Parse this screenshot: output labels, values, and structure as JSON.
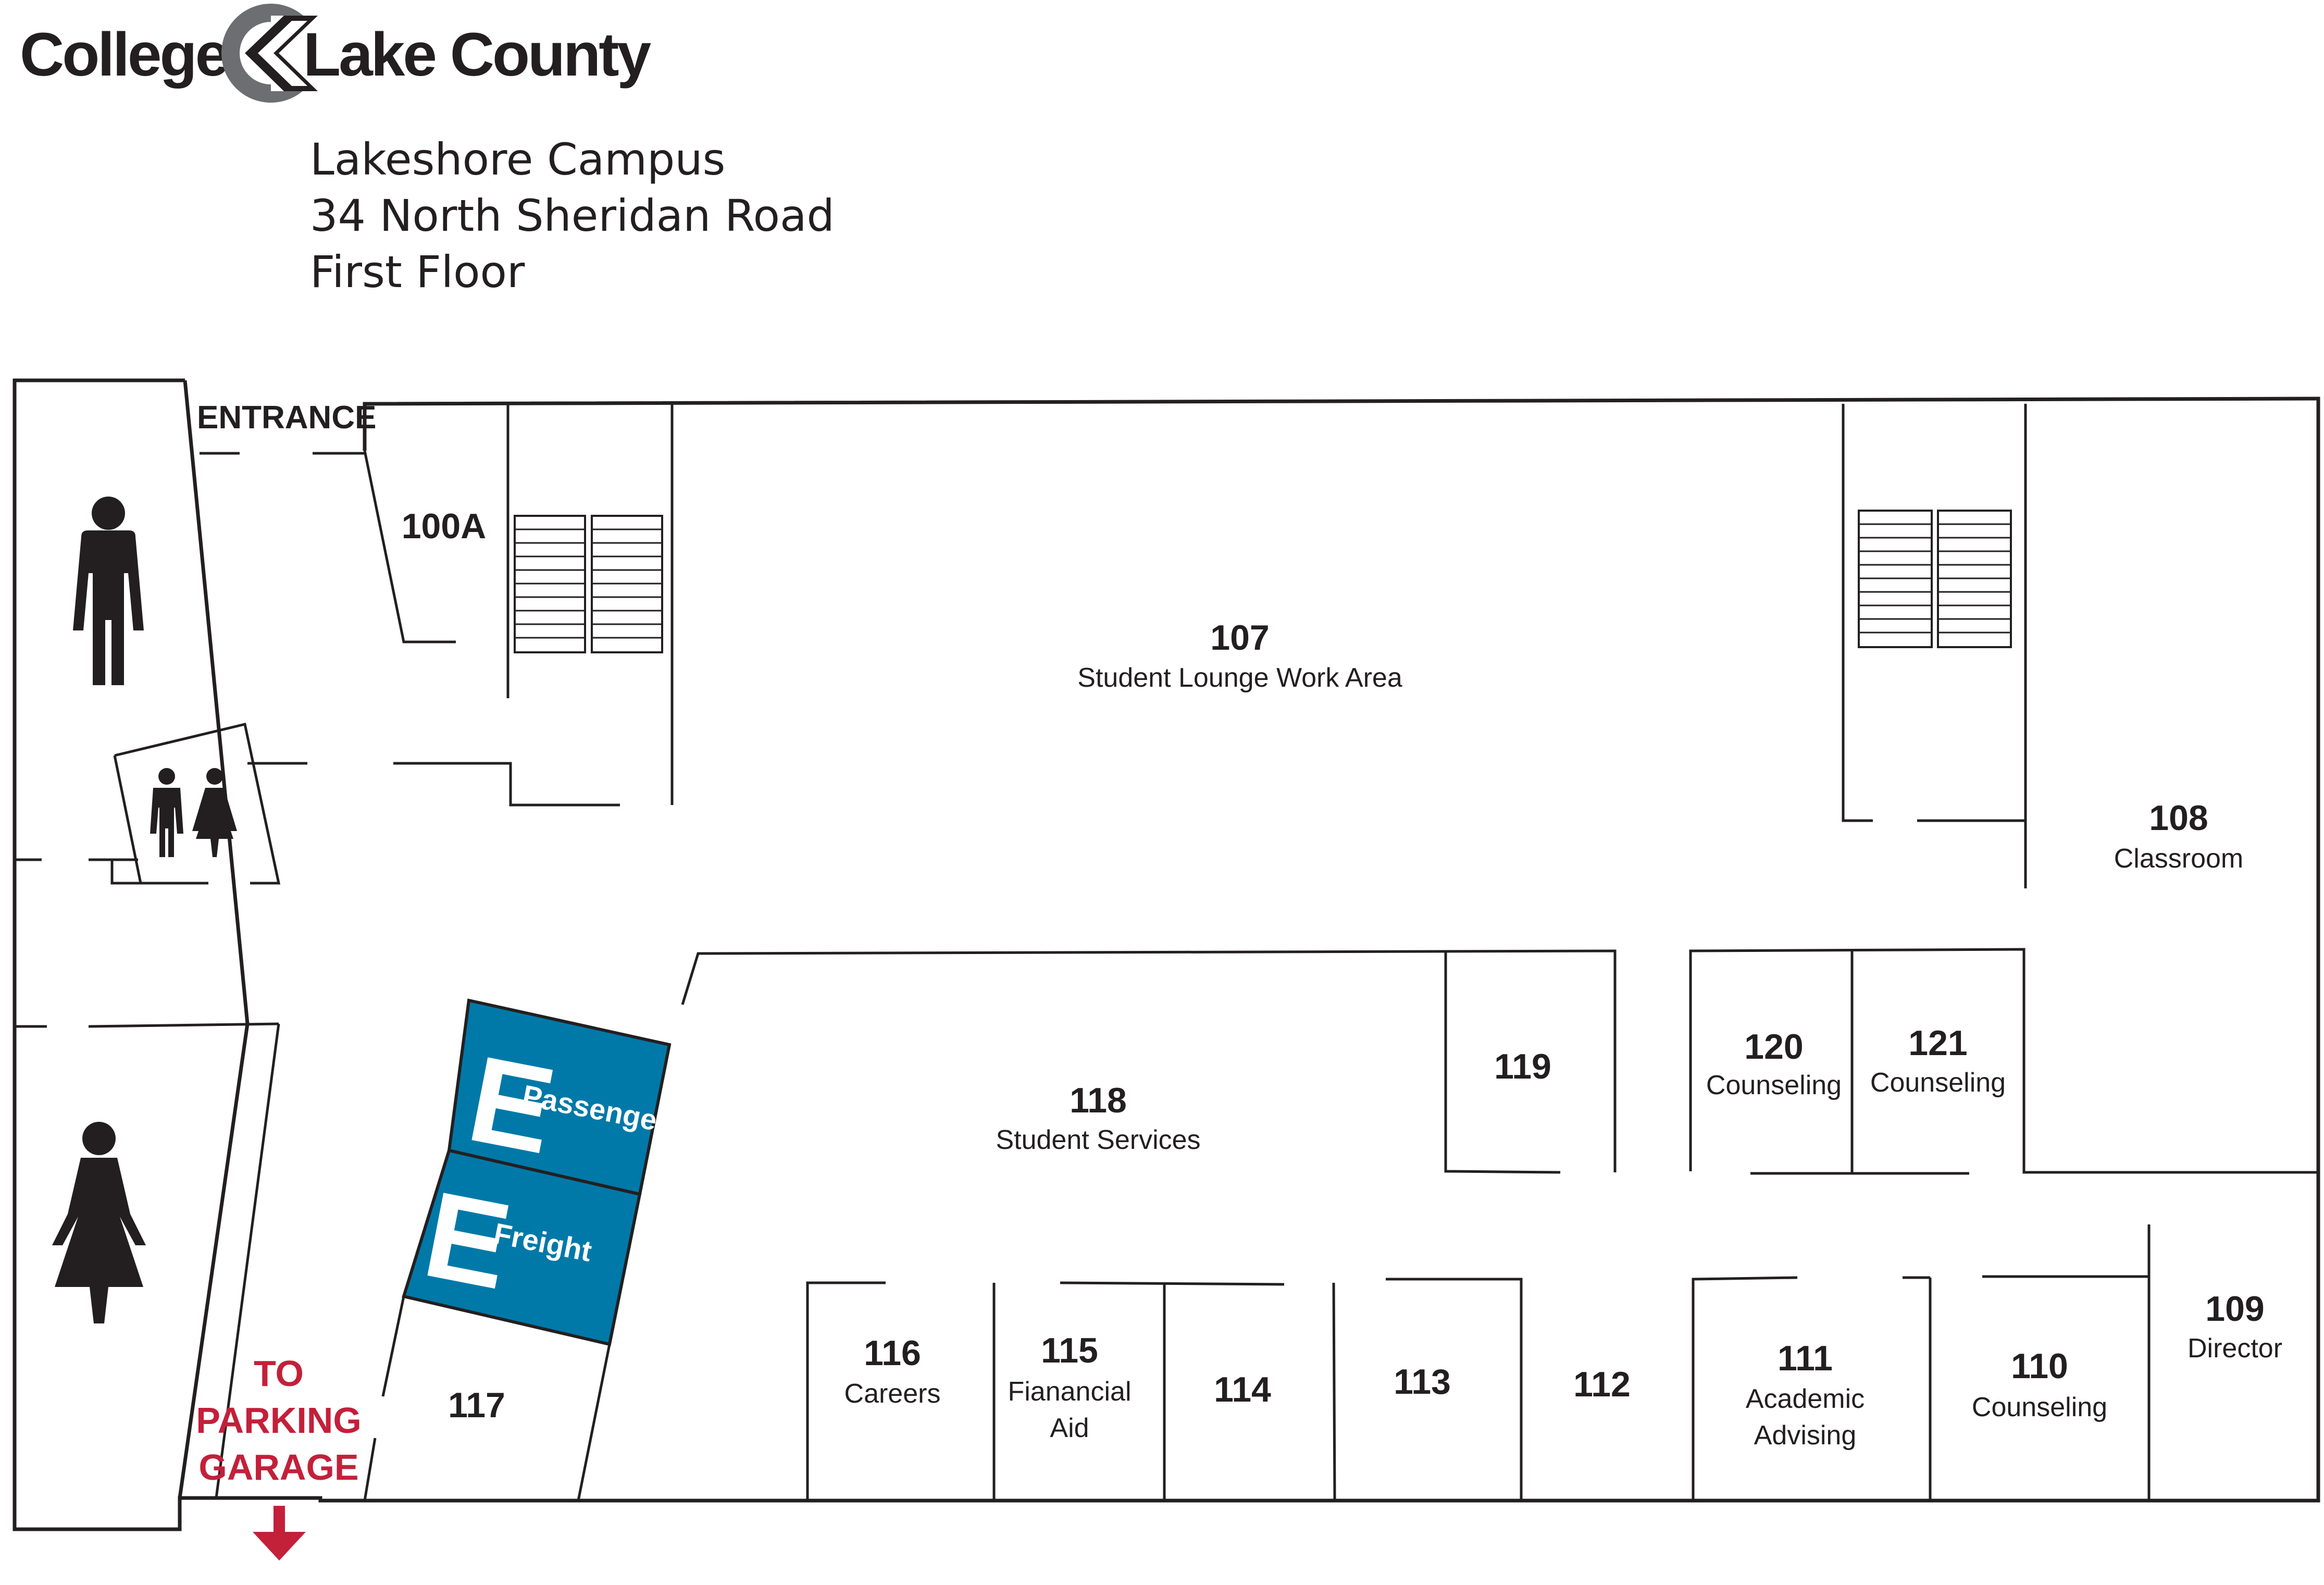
{
  "logo": {
    "left": "College",
    "right": "Lake County"
  },
  "header": {
    "campus": "Lakeshore Campus",
    "address": "34 North Sheridan Road",
    "floor": "First Floor"
  },
  "entrance": "ENTRANCE",
  "elevators": {
    "letter": "E",
    "passenger": "Passenger",
    "freight": "Freight"
  },
  "parking": {
    "line1": "TO",
    "line2": "PARKING",
    "line3": "GARAGE"
  },
  "rooms": {
    "r100a": {
      "number": "100A"
    },
    "r107": {
      "number": "107",
      "label": "Student Lounge Work Area"
    },
    "r108": {
      "number": "108",
      "label": "Classroom"
    },
    "r109": {
      "number": "109",
      "label": "Director"
    },
    "r110": {
      "number": "110",
      "label": "Counseling"
    },
    "r111": {
      "number": "111",
      "label1": "Academic",
      "label2": "Advising"
    },
    "r112": {
      "number": "112"
    },
    "r113": {
      "number": "113"
    },
    "r114": {
      "number": "114"
    },
    "r115": {
      "number": "115",
      "label1": "Fianancial",
      "label2": "Aid"
    },
    "r116": {
      "number": "116",
      "label": "Careers"
    },
    "r117": {
      "number": "117"
    },
    "r118": {
      "number": "118",
      "label": "Student Services"
    },
    "r119": {
      "number": "119"
    },
    "r120": {
      "number": "120",
      "label": "Counseling"
    },
    "r121": {
      "number": "121",
      "label": "Counseling"
    }
  },
  "icons": {
    "logo_mark": "logo-chevron-icon",
    "mens_restroom": "mens-restroom-icon",
    "womens_restroom": "womens-restroom-icon",
    "family_restroom": "family-restroom-icon",
    "stairs": "stairs-icon",
    "arrow": "arrow-down-icon"
  },
  "colors": {
    "elevator": "#0079a8",
    "parking": "#c3203a",
    "ink": "#231f20"
  }
}
